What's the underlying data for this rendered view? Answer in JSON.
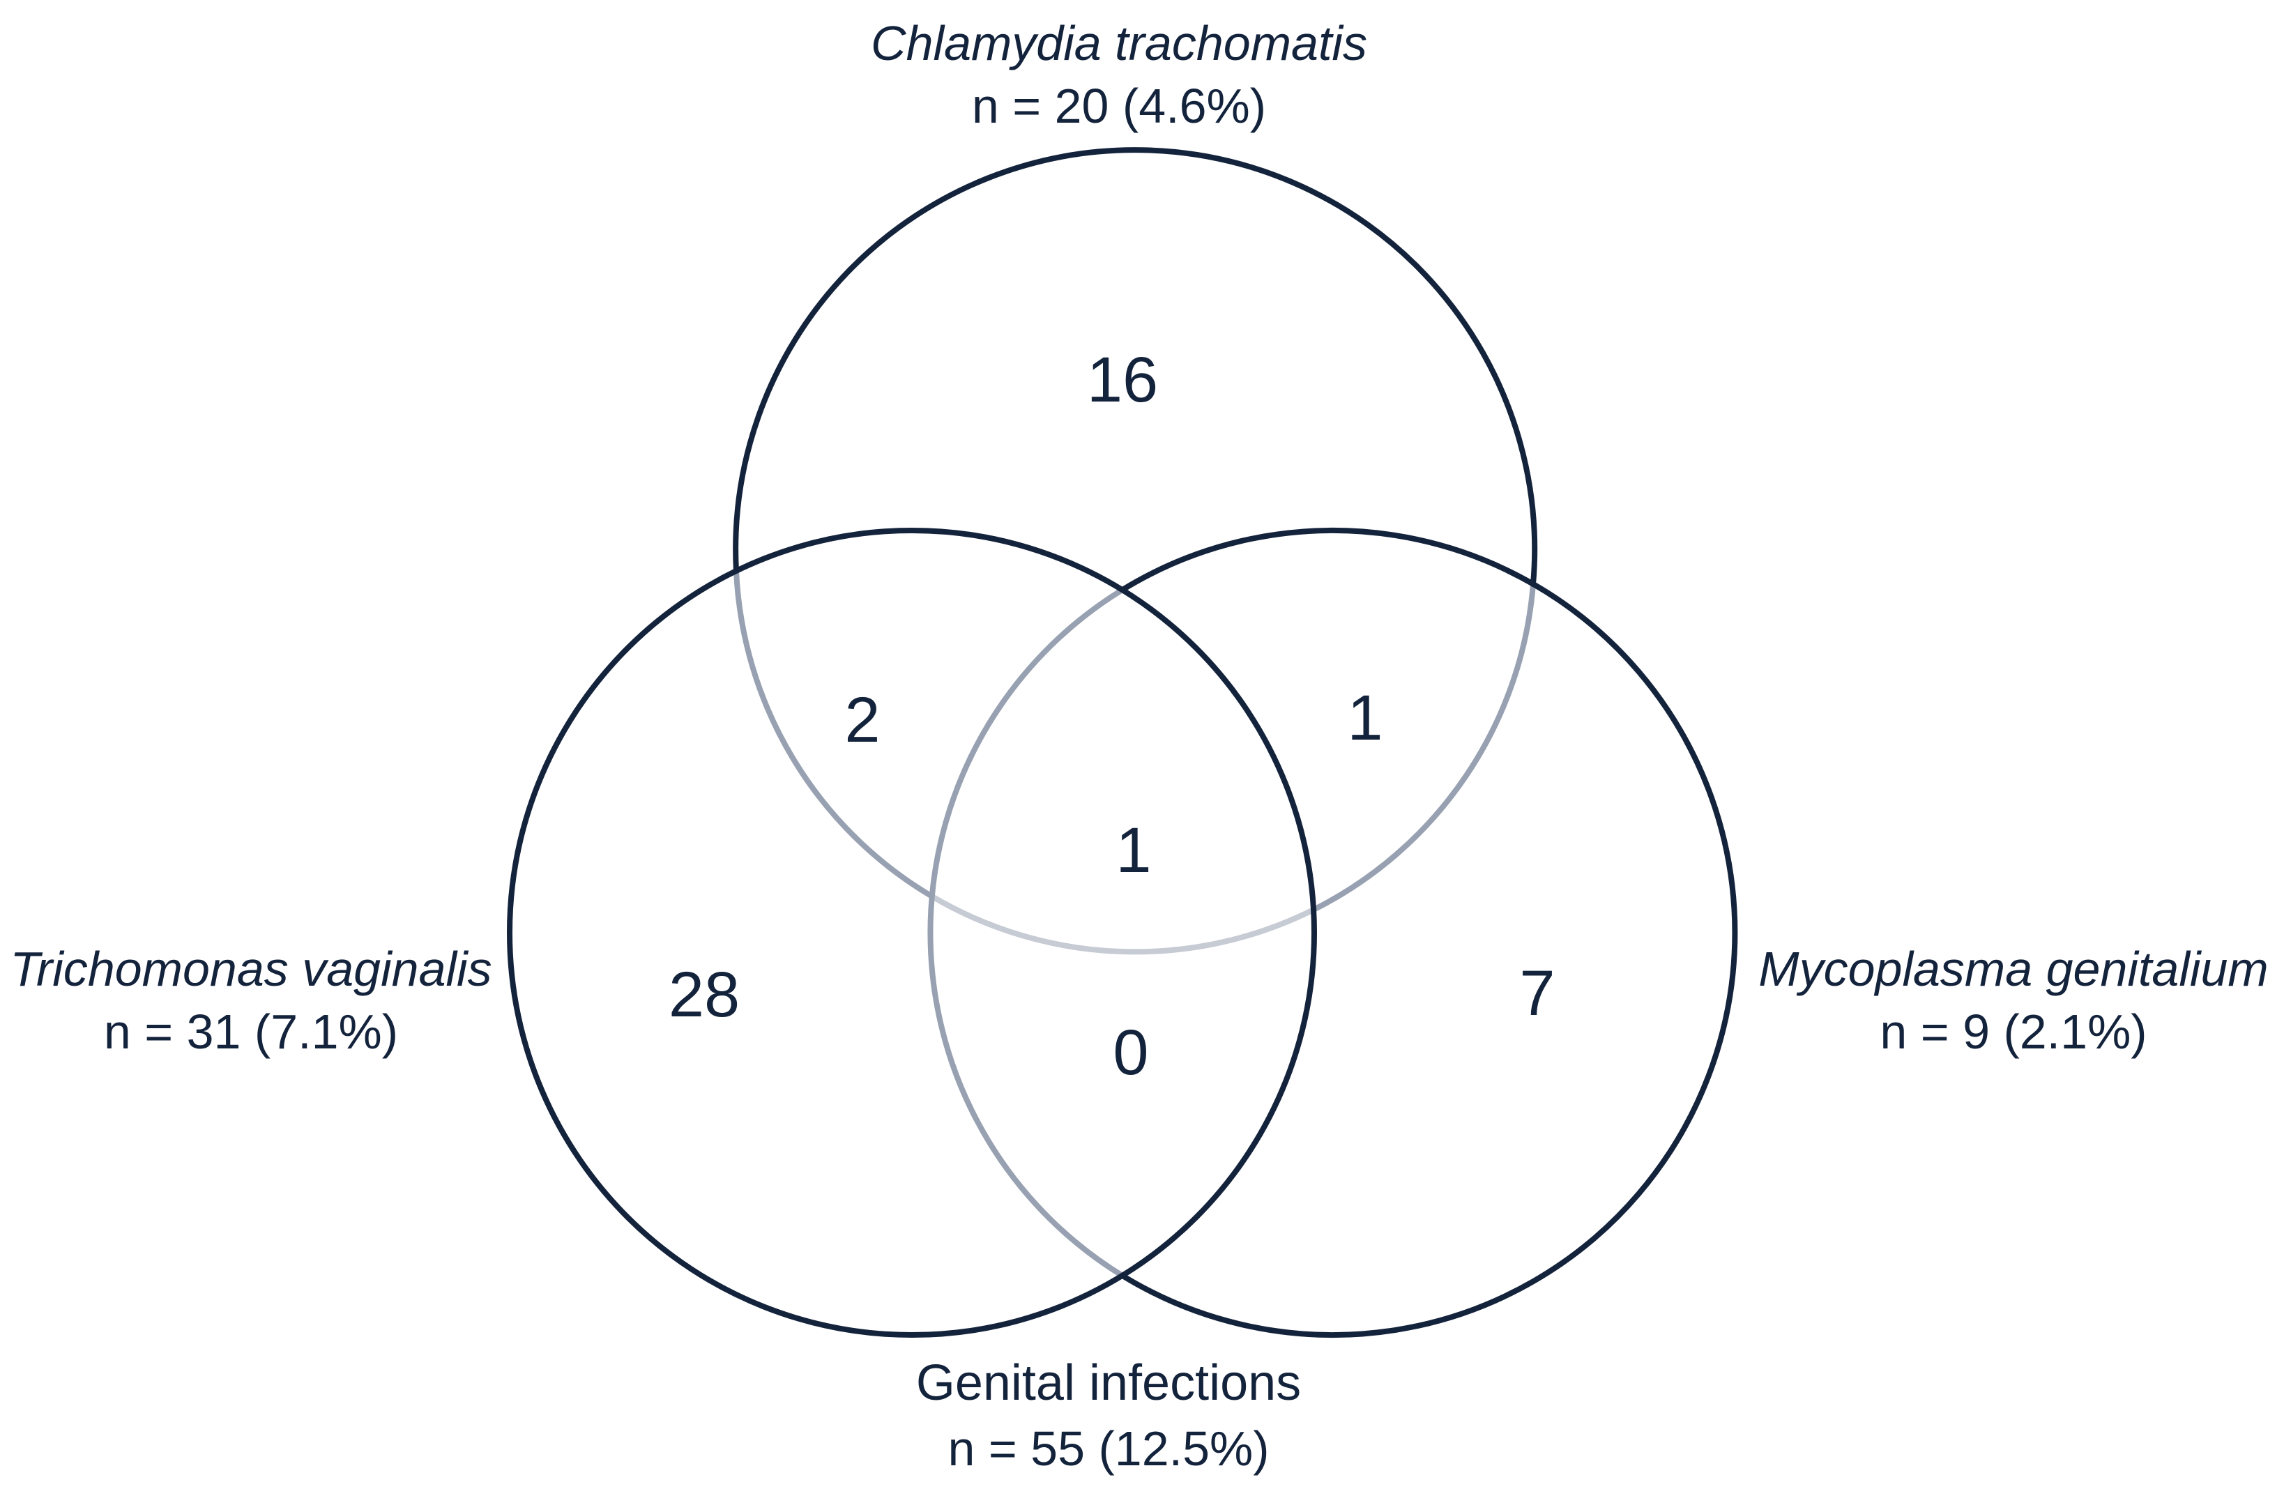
{
  "chart_data": {
    "type": "venn",
    "title": "Genital infections",
    "legend_position": "around-circles",
    "grid": false,
    "sets": [
      {
        "id": "chlamydia",
        "name": "Chlamydia trachomatis",
        "n": 20,
        "percent": "4.6%",
        "count_label": "n = 20 (4.6%)",
        "position": "top"
      },
      {
        "id": "trichomonas",
        "name": "Trichomonas vaginalis",
        "n": 31,
        "percent": "7.1%",
        "count_label": "n = 31 (7.1%)",
        "position": "bottom-left"
      },
      {
        "id": "mycoplasma",
        "name": "Mycoplasma genitalium",
        "n": 9,
        "percent": "2.1%",
        "count_label": "n = 9 (2.1%)",
        "position": "bottom-right"
      }
    ],
    "total": {
      "label": "Genital infections",
      "n": 55,
      "percent": "12.5%",
      "count_label": "n = 55 (12.5%)"
    },
    "regions": {
      "chlamydia_only": 16,
      "chlamydia_trichomonas": 2,
      "chlamydia_mycoplasma": 1,
      "all_three": 1,
      "trichomonas_only": 28,
      "trichomonas_mycoplasma": 0,
      "mycoplasma_only": 7
    },
    "colors": {
      "ink": "#14233c",
      "circle_stroke": "#14233c",
      "overlap_stroke": "#97a1b1",
      "double_overlap_stroke": "#c6cbd4",
      "background": "#ffffff"
    }
  }
}
